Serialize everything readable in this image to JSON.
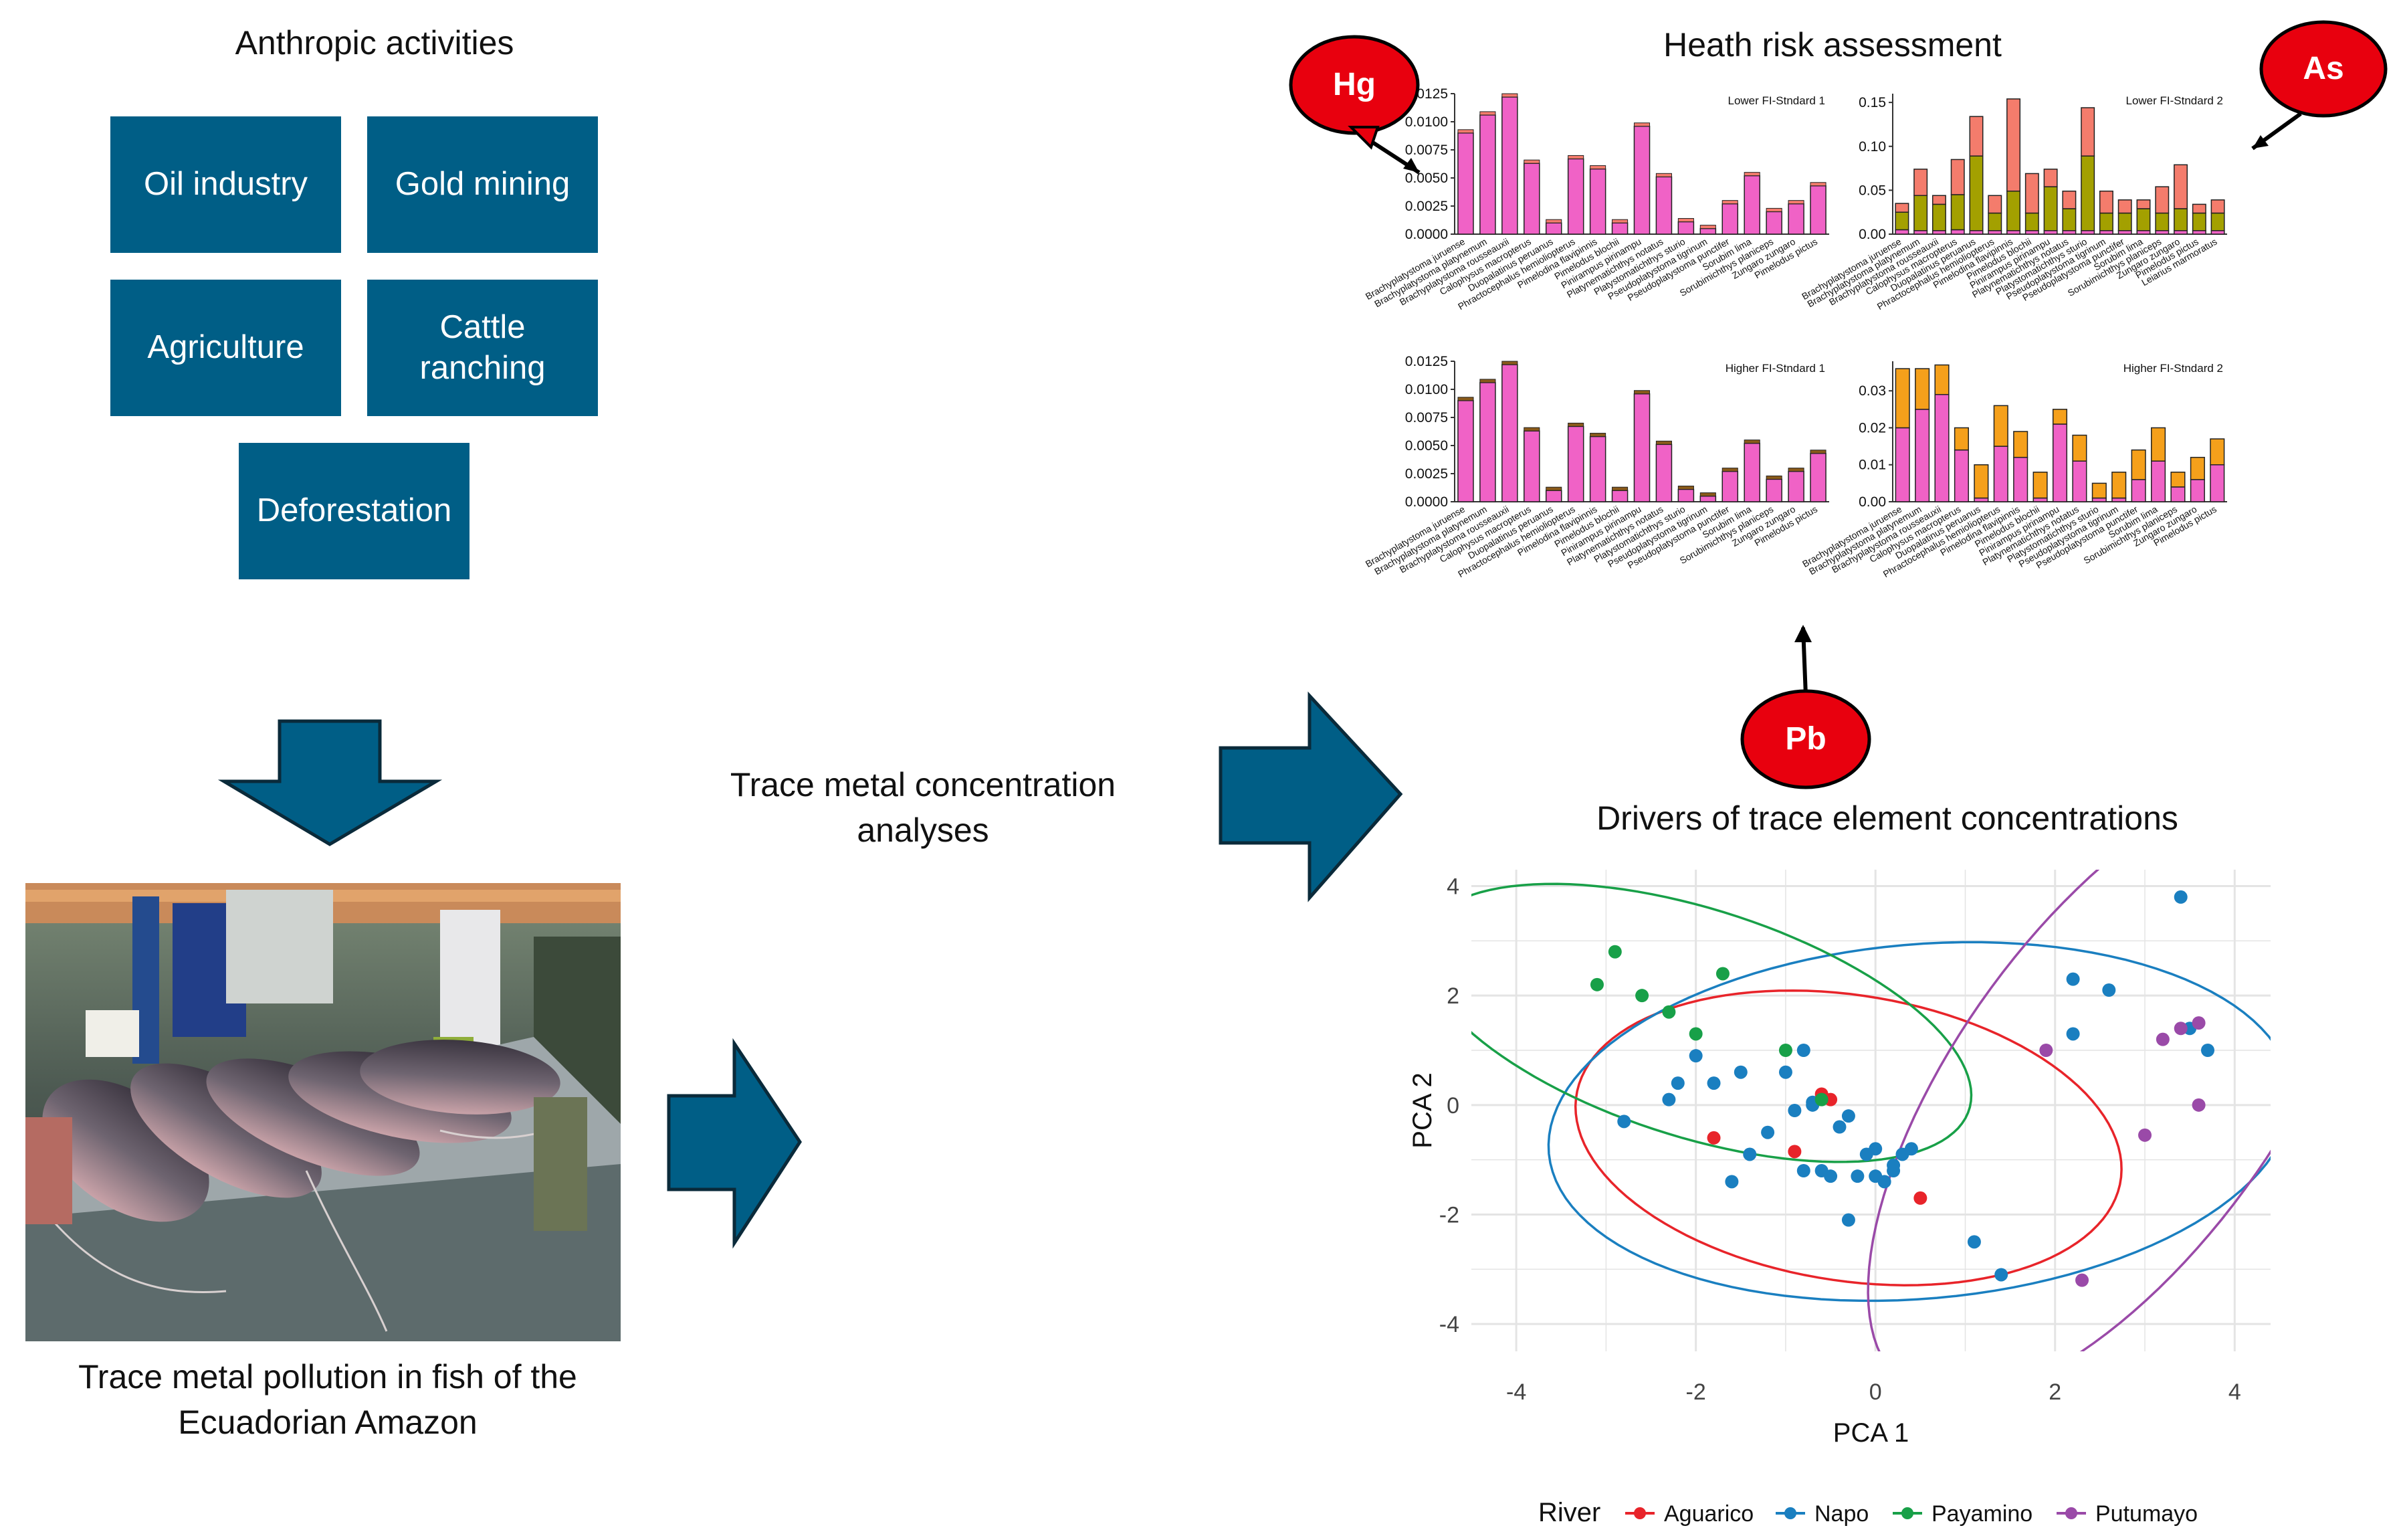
{
  "left": {
    "title": "Anthropic activities",
    "boxes": {
      "oil": "Oil industry",
      "gold": "Gold mining",
      "agri": "Agriculture",
      "cattle_1": "Cattle",
      "cattle_2": "ranching",
      "defor": "Deforestation"
    },
    "photo_caption_1": "Trace metal pollution in fish of the",
    "photo_caption_2": "Ecuadorian Amazon"
  },
  "middle": {
    "label_1": "Trace metal concentration",
    "label_2": "analyses"
  },
  "health": {
    "title": "Heath risk assessment",
    "badges": {
      "hg": "Hg",
      "as": "As",
      "pb": "Pb"
    },
    "colors": {
      "badge": "#e8000e",
      "pink": "#f062c6",
      "salmon": "#f47c6c",
      "olive": "#a3a000",
      "orange": "#f5a01b",
      "brown": "#8a5a1a"
    }
  },
  "species": [
    "Brachyplatystoma juruense",
    "Brachyplatystoma platynemum",
    "Brachyplatystoma rousseauxii",
    "Calophysus macropterus",
    "Duopalatinus peruanus",
    "Phractocephalus hemioliopterus",
    "Pimelodina flavipinnis",
    "Pimelodus blochii",
    "Pinirampus pirinampu",
    "Platynematichthys notatus",
    "Platystomatichthys sturio",
    "Pseudoplatystoma tigrinum",
    "Pseudoplatystoma punctifer",
    "Sorubim lima",
    "Sorubimichthys planiceps",
    "Zungaro zungaro",
    "Pimelodus pictus",
    "Leiarius marmoratus"
  ],
  "chart_data": [
    {
      "type": "bar",
      "title": "Lower FI-Stndard 1",
      "ylim": [
        0,
        0.0125
      ],
      "yticks": [
        "0.0125",
        "0.0100",
        "0.0075",
        "0.0050",
        "0.0025",
        "0.0000"
      ],
      "values": [
        0.009,
        0.0106,
        0.0122,
        0.0063,
        0.001,
        0.0067,
        0.0058,
        0.001,
        0.0096,
        0.0051,
        0.0011,
        0.0005,
        0.0027,
        0.0052,
        0.002,
        0.0027,
        0.0043
      ]
    },
    {
      "type": "bar",
      "title": "Lower FI-Stndard 2",
      "ylim": [
        0,
        0.16
      ],
      "yticks": [
        "0.15",
        "0.10",
        "0.05",
        "0.00"
      ],
      "series": [
        {
          "name": "",
          "values": [
            0.005,
            0.004,
            0.004,
            0.005,
            0.004,
            0.004,
            0.004,
            0.004,
            0.004,
            0.004,
            0.004,
            0.004,
            0.004,
            0.004,
            0.004,
            0.004,
            0.004,
            0.004
          ]
        },
        {
          "name": "",
          "values": [
            0.02,
            0.04,
            0.03,
            0.04,
            0.085,
            0.02,
            0.045,
            0.02,
            0.05,
            0.025,
            0.085,
            0.02,
            0.02,
            0.025,
            0.02,
            0.025,
            0.02,
            0.02
          ]
        },
        {
          "name": "",
          "values": [
            0.01,
            0.03,
            0.01,
            0.04,
            0.045,
            0.02,
            0.105,
            0.045,
            0.02,
            0.02,
            0.055,
            0.025,
            0.015,
            0.01,
            0.03,
            0.05,
            0.01,
            0.015
          ]
        }
      ]
    },
    {
      "type": "bar",
      "title": "Higher FI-Stndard 1",
      "ylim": [
        0,
        0.0125
      ],
      "yticks": [
        "0.0125",
        "0.0100",
        "0.0075",
        "0.0050",
        "0.0025",
        "0.0000"
      ],
      "values": [
        0.009,
        0.0106,
        0.0122,
        0.0063,
        0.001,
        0.0067,
        0.0058,
        0.001,
        0.0096,
        0.0051,
        0.0011,
        0.0005,
        0.0027,
        0.0052,
        0.002,
        0.0027,
        0.0043
      ]
    },
    {
      "type": "bar",
      "title": "Higher FI-Stndard 2",
      "ylim": [
        0,
        0.038
      ],
      "yticks": [
        "0.03",
        "0.02",
        "0.01",
        "0.00"
      ],
      "series": [
        {
          "name": "",
          "values": [
            0.02,
            0.025,
            0.029,
            0.014,
            0.001,
            0.015,
            0.012,
            0.001,
            0.021,
            0.011,
            0.001,
            0.001,
            0.006,
            0.011,
            0.004,
            0.006,
            0.01
          ]
        },
        {
          "name": "",
          "values": [
            0.016,
            0.011,
            0.008,
            0.006,
            0.009,
            0.011,
            0.007,
            0.007,
            0.004,
            0.007,
            0.004,
            0.007,
            0.008,
            0.009,
            0.004,
            0.006,
            0.007
          ]
        }
      ]
    },
    {
      "type": "scatter",
      "title": "Drivers of trace element concentrations",
      "xlabel": "PCA 1",
      "ylabel": "PCA 2",
      "xlim": [
        -4.5,
        4.4
      ],
      "ylim": [
        -4.5,
        4.3
      ],
      "xticks": [
        -4,
        -2,
        0,
        2,
        4
      ],
      "yticks": [
        4,
        2,
        0,
        -2,
        -4
      ],
      "legend": {
        "title": "River",
        "placement": "bottom"
      },
      "series": [
        {
          "name": "Aguarico",
          "color": "#e8242a",
          "x": [
            -1.8,
            -0.6,
            -0.9,
            -0.5,
            0.5
          ],
          "y": [
            -0.6,
            0.2,
            -0.85,
            0.1,
            -1.7
          ],
          "ellipse": {
            "cx": -0.3,
            "cy": -0.6,
            "rx": 3.2,
            "ry": 2.5,
            "angle": -30
          }
        },
        {
          "name": "Napo",
          "color": "#1a7fc0",
          "x": [
            -2.8,
            -2.3,
            -2.2,
            -2.0,
            -1.8,
            -1.5,
            -1.2,
            -1.0,
            -0.9,
            -0.8,
            -0.7,
            -0.6,
            -0.5,
            -0.4,
            -0.3,
            -0.2,
            -0.1,
            0.0,
            0.1,
            0.2,
            0.3,
            0.4,
            -0.3,
            0.0,
            0.2,
            -1.4,
            -1.6,
            1.1,
            1.4,
            2.2,
            2.2,
            2.6,
            3.4,
            3.5,
            3.7,
            -0.7,
            -0.8
          ],
          "y": [
            -0.3,
            0.1,
            0.4,
            0.9,
            0.4,
            0.6,
            -0.5,
            0.6,
            -0.1,
            1.0,
            0.0,
            -1.2,
            -1.3,
            -0.4,
            -0.2,
            -1.3,
            -0.9,
            -0.8,
            -1.4,
            -1.1,
            -0.9,
            -0.8,
            -2.1,
            -1.3,
            -1.2,
            -0.9,
            -1.4,
            -2.5,
            -3.1,
            2.3,
            1.3,
            2.1,
            3.8,
            1.4,
            1.0,
            0.05,
            -1.2
          ],
          "ellipse": {
            "cx": 0.5,
            "cy": -0.3,
            "rx": 4.2,
            "ry": 3.2,
            "angle": 15
          }
        },
        {
          "name": "Payamino",
          "color": "#18a048",
          "x": [
            -3.1,
            -2.9,
            -2.6,
            -2.3,
            -2.0,
            -1.7,
            -1.0,
            -0.6
          ],
          "y": [
            2.2,
            2.8,
            2.0,
            1.7,
            1.3,
            2.4,
            1.0,
            0.1
          ],
          "ellipse": {
            "cx": -2.0,
            "cy": 1.5,
            "rx": 3.5,
            "ry": 1.9,
            "angle": -35
          }
        },
        {
          "name": "Putumayo",
          "color": "#9a4aa8",
          "x": [
            1.9,
            2.3,
            3.0,
            3.2,
            3.4,
            3.6,
            3.6
          ],
          "y": [
            1.0,
            -3.2,
            -0.55,
            1.2,
            1.4,
            1.5,
            0.0
          ],
          "ellipse": {
            "cx": 2.7,
            "cy": 0.3,
            "rx": 6.0,
            "ry": 2.0,
            "angle": 70
          }
        }
      ]
    }
  ]
}
